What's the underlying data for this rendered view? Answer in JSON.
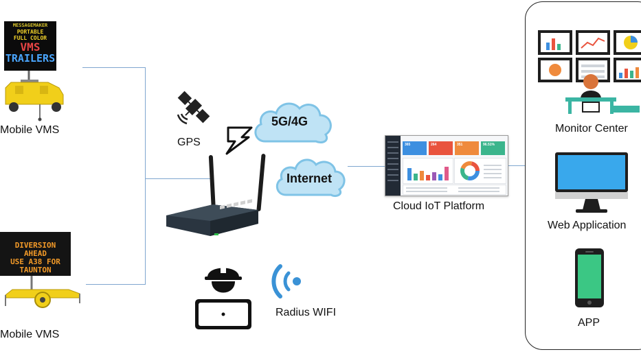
{
  "nodes": {
    "vms_top": {
      "label": "Mobile VMS",
      "sign_lines": [
        "MESSAGEMAKER",
        "PORTABLE",
        "FULL COLOR",
        "VMS",
        "TRAILERS"
      ]
    },
    "vms_bottom": {
      "label": "Mobile VMS",
      "sign_lines": [
        "DIVERSION",
        "AHEAD",
        "USE A38 FOR",
        "TAUNTON"
      ]
    },
    "gps": {
      "label": "GPS"
    },
    "cloud_cellular": {
      "label": "5G/4G"
    },
    "cloud_internet": {
      "label": "Internet"
    },
    "wifi": {
      "label": "Radius WIFI"
    },
    "platform": {
      "label": "Cloud IoT Platform",
      "kpis": [
        {
          "value": "365",
          "color": "#3d8fe0"
        },
        {
          "value": "264",
          "color": "#e9543e"
        },
        {
          "value": "351",
          "color": "#ef8a3c"
        },
        {
          "value": "96.51%",
          "color": "#3bb58c"
        }
      ]
    },
    "monitor": {
      "label": "Monitor Center"
    },
    "web": {
      "label": "Web Application"
    },
    "app": {
      "label": "APP"
    }
  },
  "colors": {
    "wire": "#7ea6cf",
    "cloud_fill": "#bfe3f5",
    "cloud_stroke": "#7fc3e6",
    "wifi_blue": "#3a92d6",
    "trailer_yellow": "#f1cf1a",
    "sign_amber": "#f39a28",
    "phone_screen": "#3bc784",
    "panel_border": "#222222"
  }
}
